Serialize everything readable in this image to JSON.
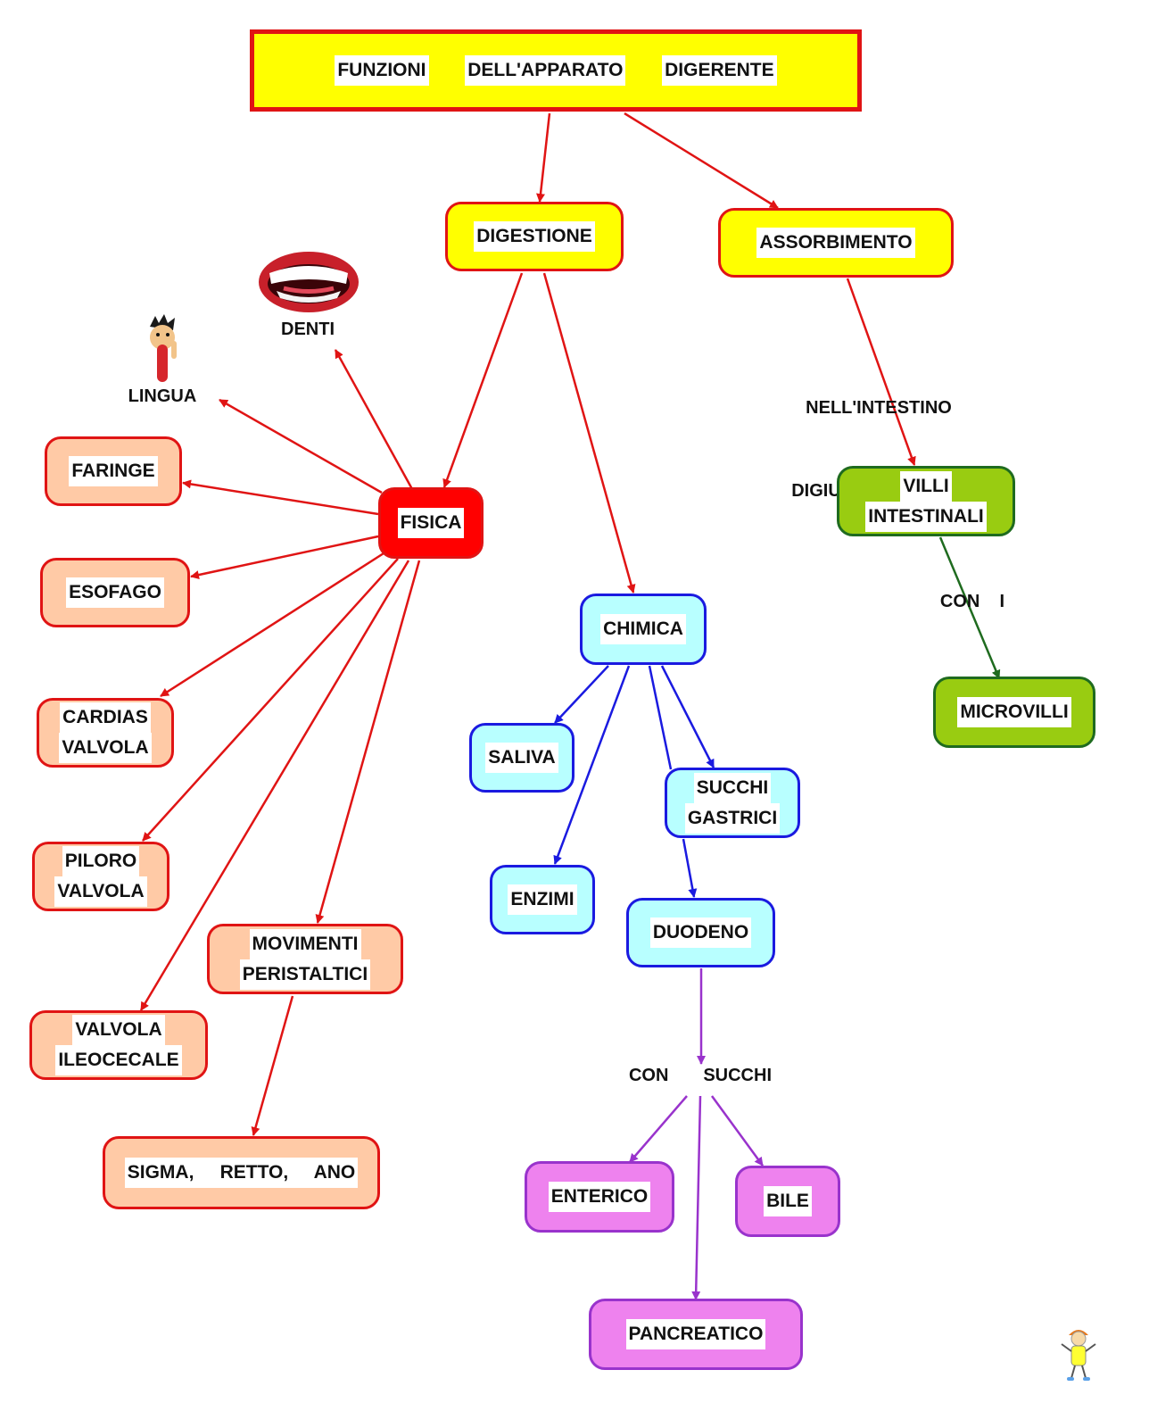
{
  "title": {
    "word1": "FUNZIONI",
    "word2": "DELL'APPARATO",
    "word3": "DIGERENTE"
  },
  "nodes": {
    "digestione": "DIGESTIONE",
    "assorbimento": "ASSORBIMENTO",
    "fisica": "FISICA",
    "chimica": "CHIMICA",
    "faringe": "FARINGE",
    "esofago": "ESOFAGO",
    "cardias": [
      "CARDIAS",
      "VALVOLA"
    ],
    "piloro": [
      "PILORO",
      "VALVOLA"
    ],
    "valvola_ileocecale": [
      "VALVOLA",
      "ILEOCECALE"
    ],
    "movimenti": [
      "MOVIMENTI",
      "PERISTALTICI"
    ],
    "sigma": "SIGMA,     RETTO,     ANO",
    "saliva": "SALIVA",
    "enzimi": "ENZIMI",
    "succhi_gastrici": [
      "SUCCHI",
      "GASTRICI"
    ],
    "duodeno": "DUODENO",
    "enterico": "ENTERICO",
    "bile": "BILE",
    "pancreatico": "PANCREATICO",
    "villi": [
      "VILLI",
      "INTESTINALI"
    ],
    "microvilli": "MICROVILLI"
  },
  "labels": {
    "denti": "DENTI",
    "lingua": "LINGUA",
    "intestino": [
      "NELL'INTESTINO",
      "DIGIUNO     E    ILEO"
    ],
    "con_i": "CON    I",
    "con_succhi": "CON       SUCCHI"
  },
  "icons": {
    "mouth": "smiling-mouth-icon",
    "tongue": "boy-sticking-out-tongue-icon",
    "mascot": "small-mascot-icon"
  },
  "colors": {
    "title_fill": "#ffff00",
    "red_stroke": "#e01414",
    "blue_stroke": "#1a1ae0",
    "green_stroke": "#1f6b1f",
    "violet_stroke": "#9933cc",
    "peach_fill": "#ffcaa6",
    "cyan_fill": "#b8ffff",
    "green_fill": "#99cc11",
    "violet_fill": "#ee82ee"
  }
}
